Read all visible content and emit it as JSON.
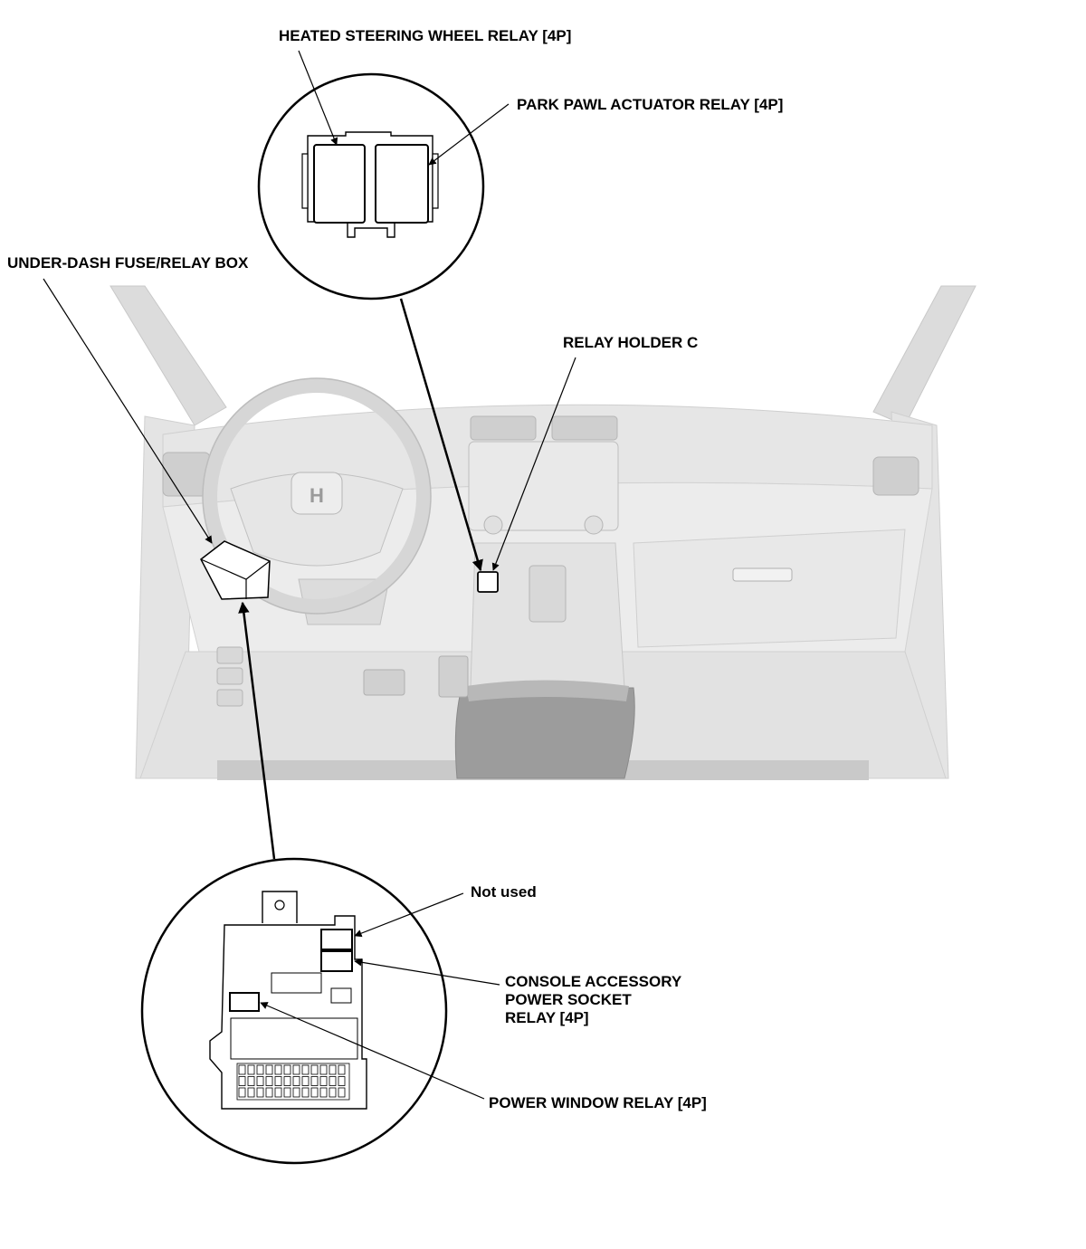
{
  "labels": {
    "heated_steering_wheel_relay": "HEATED STEERING WHEEL RELAY [4P]",
    "park_pawl_actuator_relay": "PARK PAWL ACTUATOR RELAY [4P]",
    "under_dash_fuse_relay_box": "UNDER-DASH FUSE/RELAY BOX",
    "relay_holder_c": "RELAY HOLDER C",
    "not_used": "Not used",
    "console_accessory_line1": "CONSOLE ACCESSORY",
    "console_accessory_line2": "POWER SOCKET",
    "console_accessory_line3": "RELAY [4P]",
    "power_window_relay": "POWER WINDOW RELAY [4P]"
  },
  "logo_text": "H"
}
